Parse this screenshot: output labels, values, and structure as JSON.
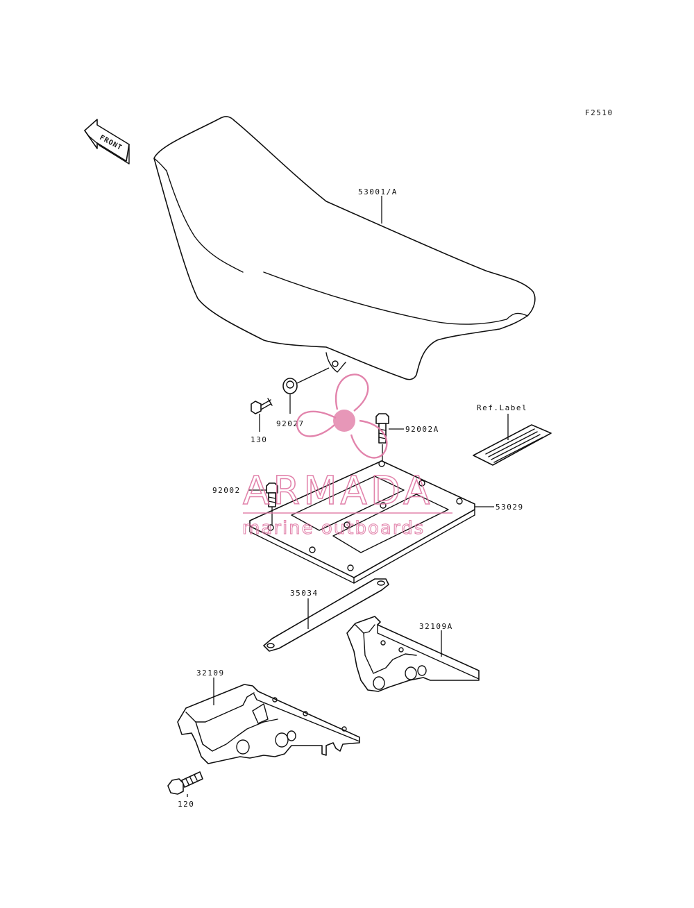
{
  "figure": {
    "code": "F2510"
  },
  "front_arrow": {
    "label": "FRONT"
  },
  "callouts": {
    "seat": "53001/A",
    "collar": "92027",
    "bolt_130": "130",
    "bolt_92002a": "92002A",
    "ref_label": "Ref.Label",
    "bolt_92002": "92002",
    "seat_plate": "53029",
    "strap": "35034",
    "bracket_right": "32109A",
    "bracket_left": "32109",
    "bolt_120": "120"
  },
  "watermark": {
    "brand": "ARMADA",
    "tagline": "marine outboards",
    "color": "#e07aa5",
    "icon": "propeller-icon"
  }
}
